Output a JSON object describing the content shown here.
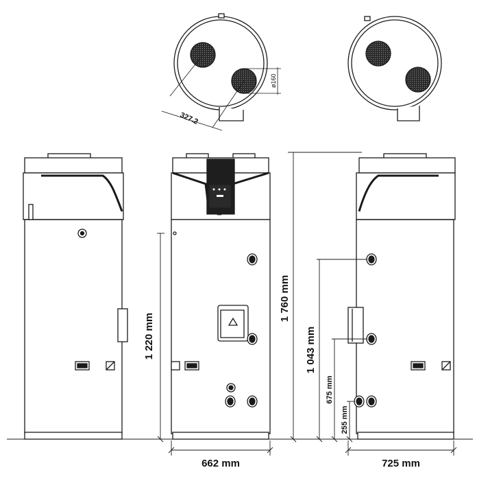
{
  "dimensions": {
    "side_height_left": "1 220 mm",
    "total_height": "1 760 mm",
    "outlet_height_right": "1 043 mm",
    "height_675": "675 mm",
    "height_255": "255 mm",
    "front_width": "662 mm",
    "side_width": "725 mm",
    "duct_diameter": "ø160",
    "duct_spacing": "327.2"
  },
  "colors": {
    "line": "#1a1a1a",
    "fill": "#ffffff",
    "vent_dark": "#2b2b2b",
    "panel": "#1e1e1e"
  }
}
